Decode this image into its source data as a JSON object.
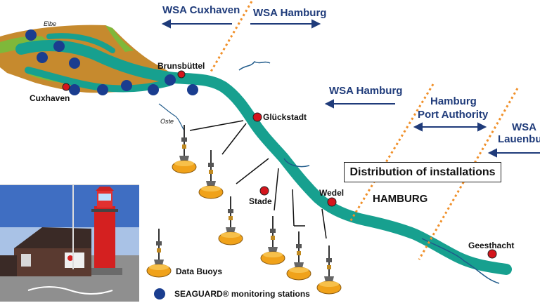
{
  "regions": {
    "wsa_cuxhaven": "WSA Cuxhaven",
    "wsa_hamburg_top": "WSA Hamburg",
    "wsa_hamburg_mid": "WSA Hamburg",
    "hamburg_port_authority_line1": "Hamburg",
    "hamburg_port_authority_line2": "Port Authority",
    "wsa_lauenburg_line1": "WSA",
    "wsa_lauenburg_line2": "Lauenburg"
  },
  "places": {
    "elbe": "Elbe",
    "oste": "Oste",
    "cuxhaven": "Cuxhaven",
    "brunsbuettel": "Brunsbüttel",
    "glueckstadt": "Glückstadt",
    "stade": "Stade",
    "wedel": "Wedel",
    "hamburg": "HAMBURG",
    "geesthacht": "Geesthacht"
  },
  "title": "Distribution of installations",
  "legend": {
    "data_buoys": "Data Buoys",
    "seaguard_stations": "SEAGUARD® monitoring stations"
  },
  "colors": {
    "water": "#17a08f",
    "mudflat": "#c68a2e",
    "marsh": "#7fb83a",
    "station": "#1a3d8f",
    "town": "#d4151c",
    "boundary": "#f0902a",
    "arrow": "#1f3b7a",
    "buoy": "#f0a21a",
    "lighthouse": "#d42020"
  }
}
